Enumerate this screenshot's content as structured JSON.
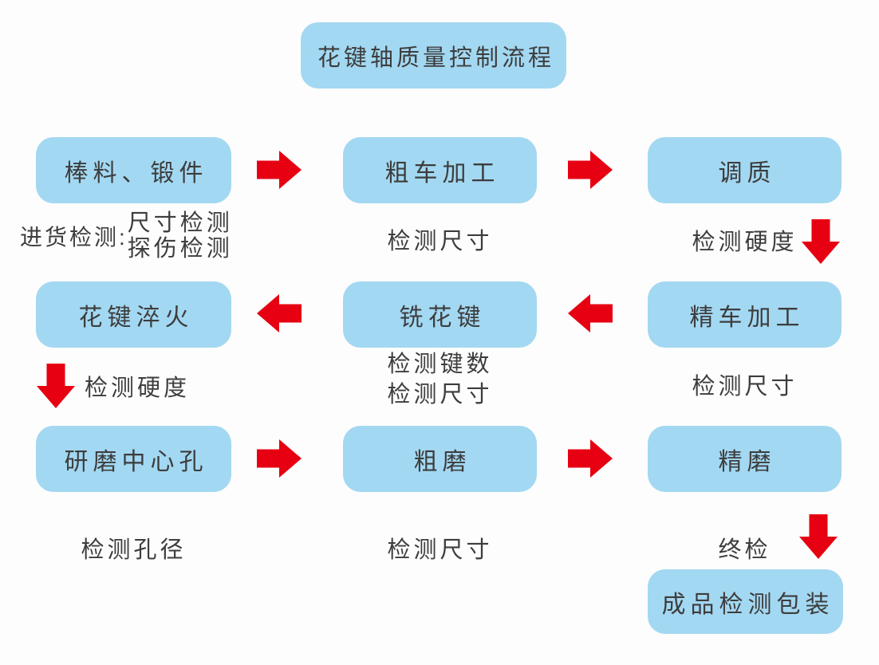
{
  "title": "花键轴质量控制流程",
  "colors": {
    "box_fill": "#a3d8f2",
    "arrow_red": "#e60012",
    "text": "#3d3d3d",
    "background": "#fdfdfd"
  },
  "nodes": {
    "raw_material": "棒料、锻件",
    "rough_turning": "粗车加工",
    "quench_temper": "调质",
    "spline_quench": "花键淬火",
    "spline_milling": "铣花键",
    "fine_turning": "精车加工",
    "grind_center_hole": "研磨中心孔",
    "rough_grinding": "粗磨",
    "fine_grinding": "精磨",
    "final_packaging": "成品检测包装"
  },
  "inspections": {
    "incoming_label": "进货检测:",
    "incoming_item1": "尺寸检测",
    "incoming_item2": "探伤检测",
    "rough_turning_check": "检测尺寸",
    "quench_temper_check": "检测硬度",
    "spline_quench_check": "检测硬度",
    "spline_milling_check1": "检测键数",
    "spline_milling_check2": "检测尺寸",
    "fine_turning_check": "检测尺寸",
    "grind_center_hole_check": "检测孔径",
    "rough_grinding_check": "检测尺寸",
    "final_check": "终检"
  },
  "icons": {
    "arrow_right": "red right-pointing block arrow",
    "arrow_left": "red left-pointing block arrow",
    "arrow_down": "red down-pointing block arrow"
  }
}
